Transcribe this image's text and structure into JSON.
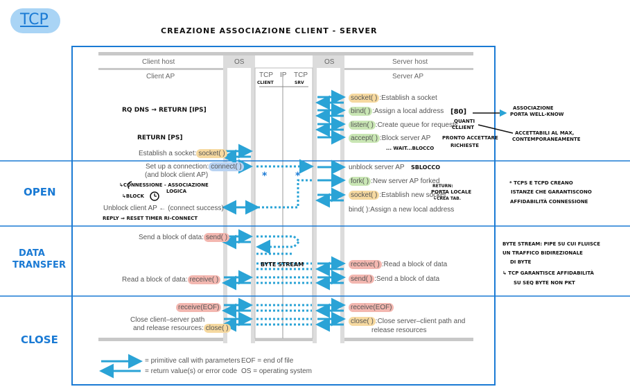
{
  "logo": "TCP",
  "title": "CREAZIONE ASSOCIAZIONE CLIENT - SERVER",
  "sections": {
    "open": "OPEN",
    "data1": "DATA",
    "data2": "TRANSFER",
    "close": "CLOSE"
  },
  "headers": {
    "client_host": "Client host",
    "os_left": "OS",
    "os_right": "OS",
    "server_host": "Server host",
    "client_ap": "Client AP",
    "server_ap": "Server AP",
    "tcp_l": "TCP",
    "ip": "IP",
    "tcp_r": "TCP",
    "client_sub": "CLIENT",
    "srv_sub": "SRV"
  },
  "server": {
    "socket_fn": "socket( )",
    "socket_desc": ":Establish a socket",
    "bind_fn": "bind( )",
    "bind_desc": ":Assign a local address",
    "listen_fn": "listen( )",
    "listen_desc": ":Create queue for requests",
    "accept_fn": "accept( )",
    "accept_desc": ":Block server AP",
    "unblock": "unblock server AP",
    "fork_fn": "fork( )",
    "fork_desc": ":New server AP forked",
    "socket2_fn": "socket( )",
    "socket2_desc": ":Establish new socket",
    "bind2": "bind( ):Assign a new local address",
    "receive_fn": "receive( )",
    "receive_desc": ":Read a block of data",
    "send_fn": "send( )",
    "send_desc": ":Send a block of data",
    "receive_eof": "receive(EOF)",
    "close_fn": "close( )",
    "close_desc1": ":Close server–client path and",
    "close_desc2": "release resources"
  },
  "client": {
    "establish": "Establish a socket:",
    "socket_fn": "socket( )",
    "setup": "Set up a connection:",
    "connect_fn": "connect( )",
    "block_client": "(and block client AP)",
    "unblock": "Unblock client AP ← (connect success)",
    "send_label": "Send a block of data:",
    "send_fn": "send( )",
    "read_label": "Read a block of data:",
    "receive_fn": "receive( )",
    "receive_eof": "receive(EOF)",
    "close1": "Close client–server path",
    "close2": "and release resources:",
    "close_fn": "close( )"
  },
  "notes": {
    "rq_dns": "RQ DNS → RETURN [IPs]",
    "return_ps": "RETURN [Ps]",
    "port80": "[80]",
    "assoc1": "ASSOCIAZIONE",
    "assoc2": "PORTA WELL-KNOW",
    "quanti1": "QUANTI",
    "quanti2": "CLLIENT",
    "accettabili1": "ACCETTABILI AL MAX,",
    "accettabili2": "CONTEMPORANEAMENTE",
    "pronto1": "PRONTO ACCETTARE",
    "pronto2": "RICHIESTE",
    "wait": "... WAIT...BLOCCO",
    "sblocco": "SBLOCCO",
    "conn1": "↳CONNESSIONE - ASSOCIAZIONE",
    "conn2": "LOGICA",
    "block": "↳BLOCK",
    "return1": "RETURN:",
    "return2": "PORTA LOCALE",
    "return3": "↳CREA TAB.",
    "reply": "REPLY ⇒ RESET TIMER RI-CONNECT",
    "byte_stream": "BYTE STREAM",
    "star_note1": "* TCPs e TCPD CREANO",
    "star_note2": "ISTANZE CHE GARANTISCONO",
    "star_note3": "AFFIDABILITÀ CONNESSIONE",
    "bs1": "BYTE STREAM: PIPE SU CUI FLUISCE",
    "bs2": "UN TRAFFICO BIDIREZIONALE",
    "bs3": "DI BYTE",
    "tcp1": "↳ TCP GARANTISCE AFFIDABILITÀ",
    "tcp2": "SU SEQ BYTE NON PKT",
    "star": "*"
  },
  "legend": {
    "call": "= primitive call with parameters",
    "ret": "= return value(s) or error code",
    "eof": "EOF = end of file",
    "os": "OS = operating system"
  },
  "colors": {
    "accent": "#1a7ad4",
    "arrow": "#2aa3d6",
    "grey": "#bdbdbd"
  }
}
